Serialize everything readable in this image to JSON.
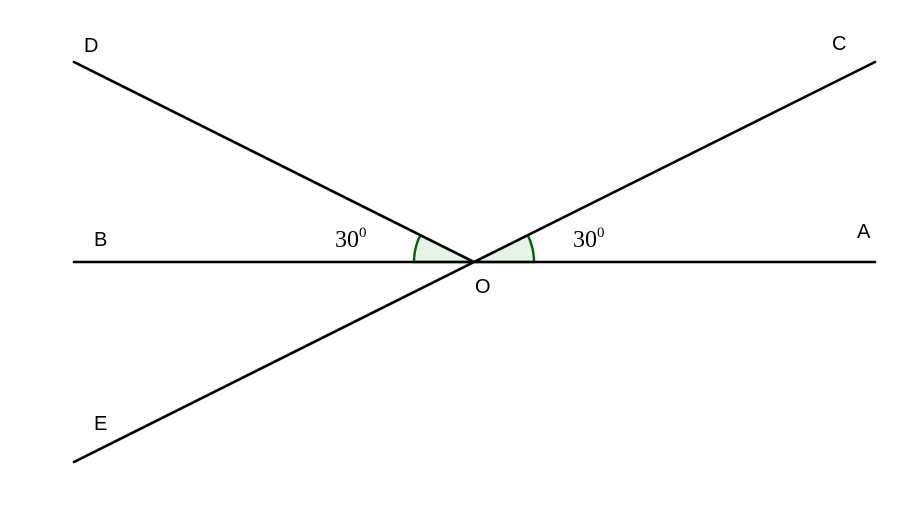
{
  "diagram": {
    "points": {
      "A": "A",
      "B": "B",
      "C": "C",
      "D": "D",
      "E": "E",
      "O": "O"
    },
    "angles": {
      "AOC": {
        "base": "30",
        "exponent": "0"
      },
      "BOD": {
        "base": "30",
        "exponent": "0"
      }
    },
    "colors": {
      "line": "#000000",
      "arc_stroke": "#006400",
      "arc_fill": "#e8f3e8"
    }
  }
}
